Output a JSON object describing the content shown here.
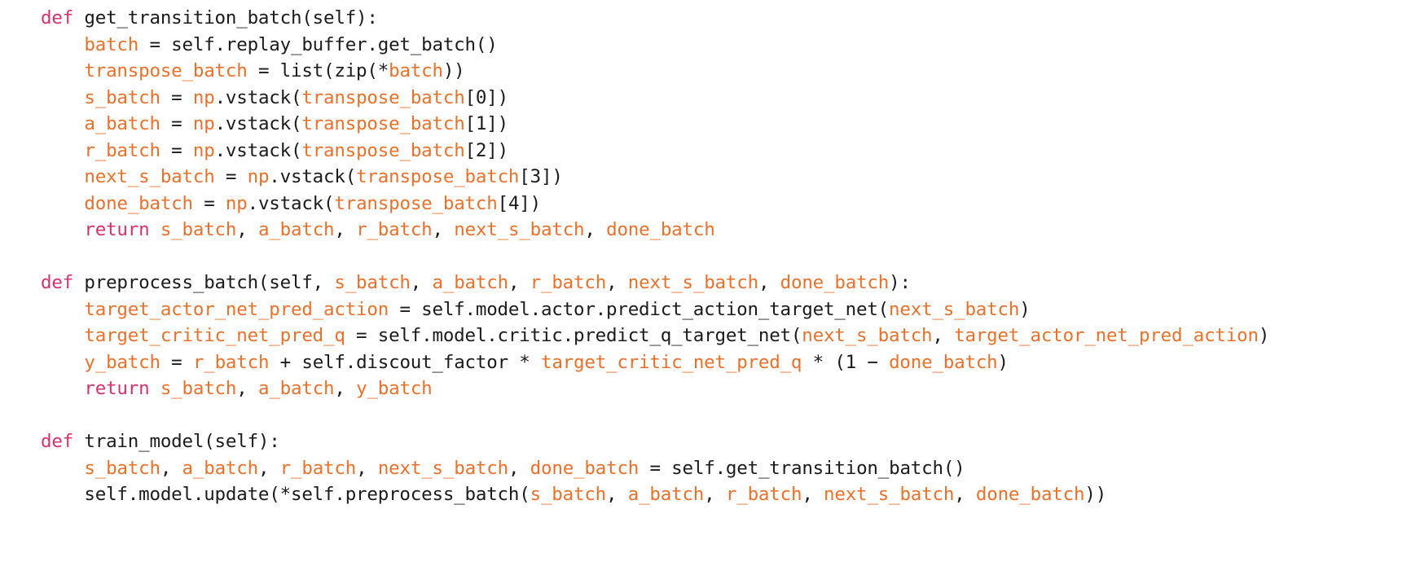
{
  "document": {
    "kind": "python-source-snippet",
    "language": "Python",
    "background_color": "#ffffff"
  },
  "theme": {
    "keyword_color": "#d6336c",
    "variable_color": "#e8722c",
    "plain_color": "#1b1b1b",
    "background_color": "#ffffff"
  },
  "code": {
    "plain_text": "def get_transition_batch(self):\n    batch = self.replay_buffer.get_batch()\n    transpose_batch = list(zip(*batch))\n    s_batch = np.vstack(transpose_batch[0])\n    a_batch = np.vstack(transpose_batch[1])\n    r_batch = np.vstack(transpose_batch[2])\n    next_s_batch = np.vstack(transpose_batch[3])\n    done_batch = np.vstack(transpose_batch[4])\n    return s_batch, a_batch, r_batch, next_s_batch, done_batch\n\ndef preprocess_batch(self, s_batch, a_batch, r_batch, next_s_batch, done_batch):\n    target_actor_net_pred_action = self.model.actor.predict_action_target_net(next_s_batch)\n    target_critic_net_pred_q = self.model.critic.predict_q_target_net(next_s_batch, target_actor_net_pred_action)\n    y_batch = r_batch + self.discout_factor * target_critic_net_pred_q * (1 - done_batch)\n    return s_batch, a_batch, y_batch\n\ndef train_model(self):\n    s_batch, a_batch, r_batch, next_s_batch, done_batch = self.get_transition_batch()\n    self.model.update(*self.preprocess_batch(s_batch, a_batch, r_batch, next_s_batch, done_batch))",
    "lines": [
      {
        "index": 0,
        "tokens": [
          {
            "t": "def",
            "c": "kw"
          },
          {
            "t": " get_transition_batch(self):",
            "c": "plain"
          }
        ]
      },
      {
        "index": 1,
        "tokens": [
          {
            "t": "    ",
            "c": "plain"
          },
          {
            "t": "batch",
            "c": "var"
          },
          {
            "t": " = self.replay_buffer.get_batch()",
            "c": "plain"
          }
        ]
      },
      {
        "index": 2,
        "tokens": [
          {
            "t": "    ",
            "c": "plain"
          },
          {
            "t": "transpose_batch",
            "c": "var"
          },
          {
            "t": " = list(zip(*",
            "c": "plain"
          },
          {
            "t": "batch",
            "c": "var"
          },
          {
            "t": "))",
            "c": "plain"
          }
        ]
      },
      {
        "index": 3,
        "tokens": [
          {
            "t": "    ",
            "c": "plain"
          },
          {
            "t": "s_batch",
            "c": "var"
          },
          {
            "t": " = ",
            "c": "plain"
          },
          {
            "t": "np",
            "c": "var"
          },
          {
            "t": ".vstack(",
            "c": "plain"
          },
          {
            "t": "transpose_batch",
            "c": "var"
          },
          {
            "t": "[0])",
            "c": "plain"
          }
        ]
      },
      {
        "index": 4,
        "tokens": [
          {
            "t": "    ",
            "c": "plain"
          },
          {
            "t": "a_batch",
            "c": "var"
          },
          {
            "t": " = ",
            "c": "plain"
          },
          {
            "t": "np",
            "c": "var"
          },
          {
            "t": ".vstack(",
            "c": "plain"
          },
          {
            "t": "transpose_batch",
            "c": "var"
          },
          {
            "t": "[1])",
            "c": "plain"
          }
        ]
      },
      {
        "index": 5,
        "tokens": [
          {
            "t": "    ",
            "c": "plain"
          },
          {
            "t": "r_batch",
            "c": "var"
          },
          {
            "t": " = ",
            "c": "plain"
          },
          {
            "t": "np",
            "c": "var"
          },
          {
            "t": ".vstack(",
            "c": "plain"
          },
          {
            "t": "transpose_batch",
            "c": "var"
          },
          {
            "t": "[2])",
            "c": "plain"
          }
        ]
      },
      {
        "index": 6,
        "tokens": [
          {
            "t": "    ",
            "c": "plain"
          },
          {
            "t": "next_s_batch",
            "c": "var"
          },
          {
            "t": " = ",
            "c": "plain"
          },
          {
            "t": "np",
            "c": "var"
          },
          {
            "t": ".vstack(",
            "c": "plain"
          },
          {
            "t": "transpose_batch",
            "c": "var"
          },
          {
            "t": "[3])",
            "c": "plain"
          }
        ]
      },
      {
        "index": 7,
        "tokens": [
          {
            "t": "    ",
            "c": "plain"
          },
          {
            "t": "done_batch",
            "c": "var"
          },
          {
            "t": " = ",
            "c": "plain"
          },
          {
            "t": "np",
            "c": "var"
          },
          {
            "t": ".vstack(",
            "c": "plain"
          },
          {
            "t": "transpose_batch",
            "c": "var"
          },
          {
            "t": "[4])",
            "c": "plain"
          }
        ]
      },
      {
        "index": 8,
        "tokens": [
          {
            "t": "    ",
            "c": "plain"
          },
          {
            "t": "return",
            "c": "kw"
          },
          {
            "t": " ",
            "c": "plain"
          },
          {
            "t": "s_batch",
            "c": "var"
          },
          {
            "t": ", ",
            "c": "plain"
          },
          {
            "t": "a_batch",
            "c": "var"
          },
          {
            "t": ", ",
            "c": "plain"
          },
          {
            "t": "r_batch",
            "c": "var"
          },
          {
            "t": ", ",
            "c": "plain"
          },
          {
            "t": "next_s_batch",
            "c": "var"
          },
          {
            "t": ", ",
            "c": "plain"
          },
          {
            "t": "done_batch",
            "c": "var"
          }
        ]
      },
      {
        "index": 9,
        "tokens": []
      },
      {
        "index": 10,
        "tokens": [
          {
            "t": "def",
            "c": "kw"
          },
          {
            "t": " preprocess_batch(self, ",
            "c": "plain"
          },
          {
            "t": "s_batch",
            "c": "var"
          },
          {
            "t": ", ",
            "c": "plain"
          },
          {
            "t": "a_batch",
            "c": "var"
          },
          {
            "t": ", ",
            "c": "plain"
          },
          {
            "t": "r_batch",
            "c": "var"
          },
          {
            "t": ", ",
            "c": "plain"
          },
          {
            "t": "next_s_batch",
            "c": "var"
          },
          {
            "t": ", ",
            "c": "plain"
          },
          {
            "t": "done_batch",
            "c": "var"
          },
          {
            "t": "):",
            "c": "plain"
          }
        ]
      },
      {
        "index": 11,
        "tokens": [
          {
            "t": "    ",
            "c": "plain"
          },
          {
            "t": "target_actor_net_pred_action",
            "c": "var"
          },
          {
            "t": " = self.model.actor.predict_action_target_net(",
            "c": "plain"
          },
          {
            "t": "next_s_batch",
            "c": "var"
          },
          {
            "t": ")",
            "c": "plain"
          }
        ]
      },
      {
        "index": 12,
        "tokens": [
          {
            "t": "    ",
            "c": "plain"
          },
          {
            "t": "target_critic_net_pred_q",
            "c": "var"
          },
          {
            "t": " = self.model.critic.predict_q_target_net(",
            "c": "plain"
          },
          {
            "t": "next_s_batch",
            "c": "var"
          },
          {
            "t": ", ",
            "c": "plain"
          },
          {
            "t": "target_actor_net_pred_action",
            "c": "var"
          },
          {
            "t": ")",
            "c": "plain"
          }
        ]
      },
      {
        "index": 13,
        "tokens": [
          {
            "t": "    ",
            "c": "plain"
          },
          {
            "t": "y_batch",
            "c": "var"
          },
          {
            "t": " = ",
            "c": "plain"
          },
          {
            "t": "r_batch",
            "c": "var"
          },
          {
            "t": " + self.discout_factor * ",
            "c": "plain"
          },
          {
            "t": "target_critic_net_pred_q",
            "c": "var"
          },
          {
            "t": " * (1 − ",
            "c": "plain"
          },
          {
            "t": "done_batch",
            "c": "var"
          },
          {
            "t": ")",
            "c": "plain"
          }
        ]
      },
      {
        "index": 14,
        "tokens": [
          {
            "t": "    ",
            "c": "plain"
          },
          {
            "t": "return",
            "c": "kw"
          },
          {
            "t": " ",
            "c": "plain"
          },
          {
            "t": "s_batch",
            "c": "var"
          },
          {
            "t": ", ",
            "c": "plain"
          },
          {
            "t": "a_batch",
            "c": "var"
          },
          {
            "t": ", ",
            "c": "plain"
          },
          {
            "t": "y_batch",
            "c": "var"
          }
        ]
      },
      {
        "index": 15,
        "tokens": []
      },
      {
        "index": 16,
        "tokens": [
          {
            "t": "def",
            "c": "kw"
          },
          {
            "t": " train_model(self):",
            "c": "plain"
          }
        ]
      },
      {
        "index": 17,
        "tokens": [
          {
            "t": "    ",
            "c": "plain"
          },
          {
            "t": "s_batch",
            "c": "var"
          },
          {
            "t": ", ",
            "c": "plain"
          },
          {
            "t": "a_batch",
            "c": "var"
          },
          {
            "t": ", ",
            "c": "plain"
          },
          {
            "t": "r_batch",
            "c": "var"
          },
          {
            "t": ", ",
            "c": "plain"
          },
          {
            "t": "next_s_batch",
            "c": "var"
          },
          {
            "t": ", ",
            "c": "plain"
          },
          {
            "t": "done_batch",
            "c": "var"
          },
          {
            "t": " = self.get_transition_batch()",
            "c": "plain"
          }
        ]
      },
      {
        "index": 18,
        "tokens": [
          {
            "t": "    ",
            "c": "plain"
          },
          {
            "t": "self.model.update(*self.preprocess_batch(",
            "c": "plain"
          },
          {
            "t": "s_batch",
            "c": "var"
          },
          {
            "t": ", ",
            "c": "plain"
          },
          {
            "t": "a_batch",
            "c": "var"
          },
          {
            "t": ", ",
            "c": "plain"
          },
          {
            "t": "r_batch",
            "c": "var"
          },
          {
            "t": ", ",
            "c": "plain"
          },
          {
            "t": "next_s_batch",
            "c": "var"
          },
          {
            "t": ", ",
            "c": "plain"
          },
          {
            "t": "done_batch",
            "c": "var"
          },
          {
            "t": "))",
            "c": "plain"
          }
        ]
      }
    ]
  }
}
